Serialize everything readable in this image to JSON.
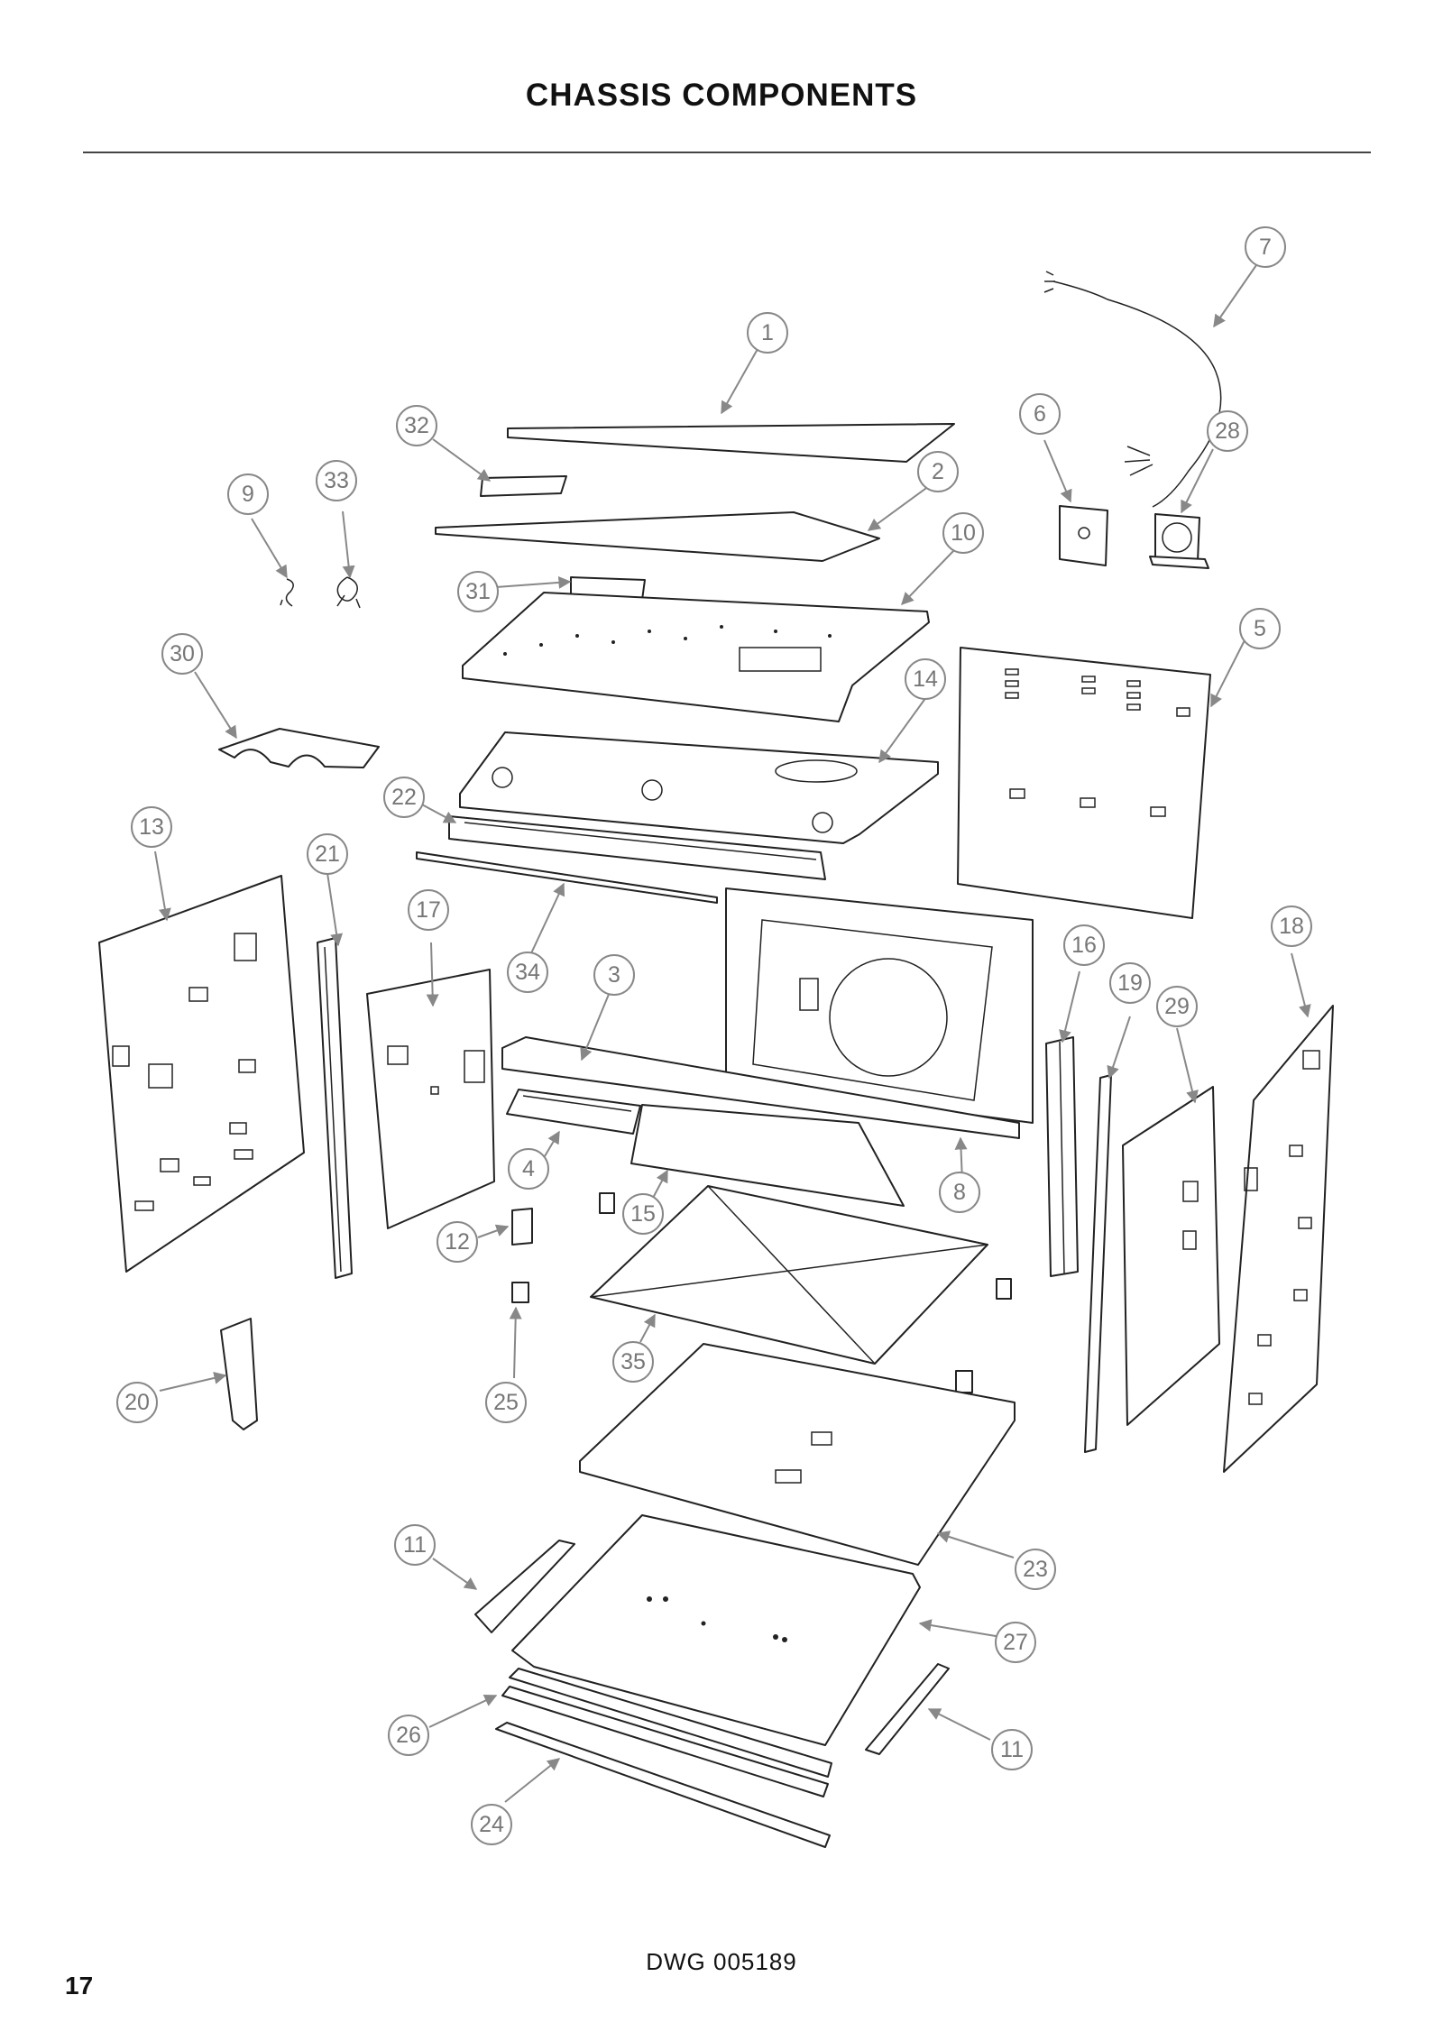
{
  "page": {
    "title": "CHASSIS COMPONENTS",
    "drawing_number": "DWG 005189",
    "page_number": "17"
  },
  "diagram": {
    "callouts": [
      "1",
      "2",
      "3",
      "4",
      "5",
      "6",
      "7",
      "8",
      "9",
      "10",
      "11",
      "11",
      "12",
      "13",
      "14",
      "15",
      "16",
      "17",
      "18",
      "19",
      "20",
      "21",
      "22",
      "23",
      "24",
      "25",
      "26",
      "27",
      "28",
      "29",
      "30",
      "31",
      "32",
      "33",
      "34",
      "35"
    ]
  }
}
